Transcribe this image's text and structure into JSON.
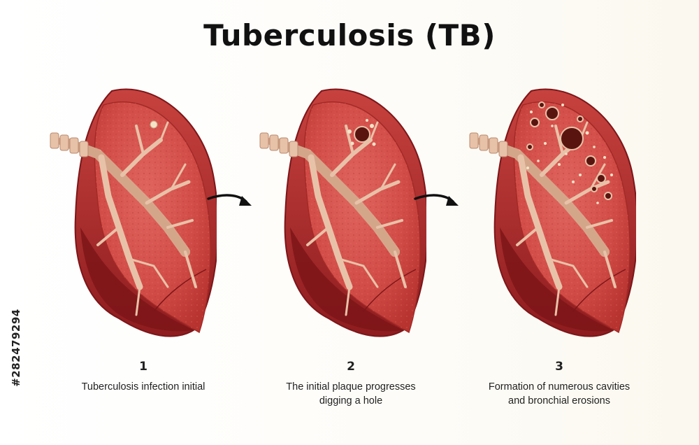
{
  "title": "Tuberculosis (TB)",
  "stages": [
    {
      "number": "1",
      "caption": "Tuberculosis infection initial"
    },
    {
      "number": "2",
      "caption": "The initial plaque progresses\ndigging a hole"
    },
    {
      "number": "3",
      "caption": "Formation of numerous cavities\nand bronchial erosions"
    }
  ],
  "stock_id": "#282479294",
  "colors": {
    "lung_dark": "#8e1c1f",
    "lung_mid": "#c8403d",
    "lung_light": "#d9534f",
    "airway": "#e8c2a8",
    "cavity": "#5a1410",
    "spot": "#f3e4c8"
  }
}
